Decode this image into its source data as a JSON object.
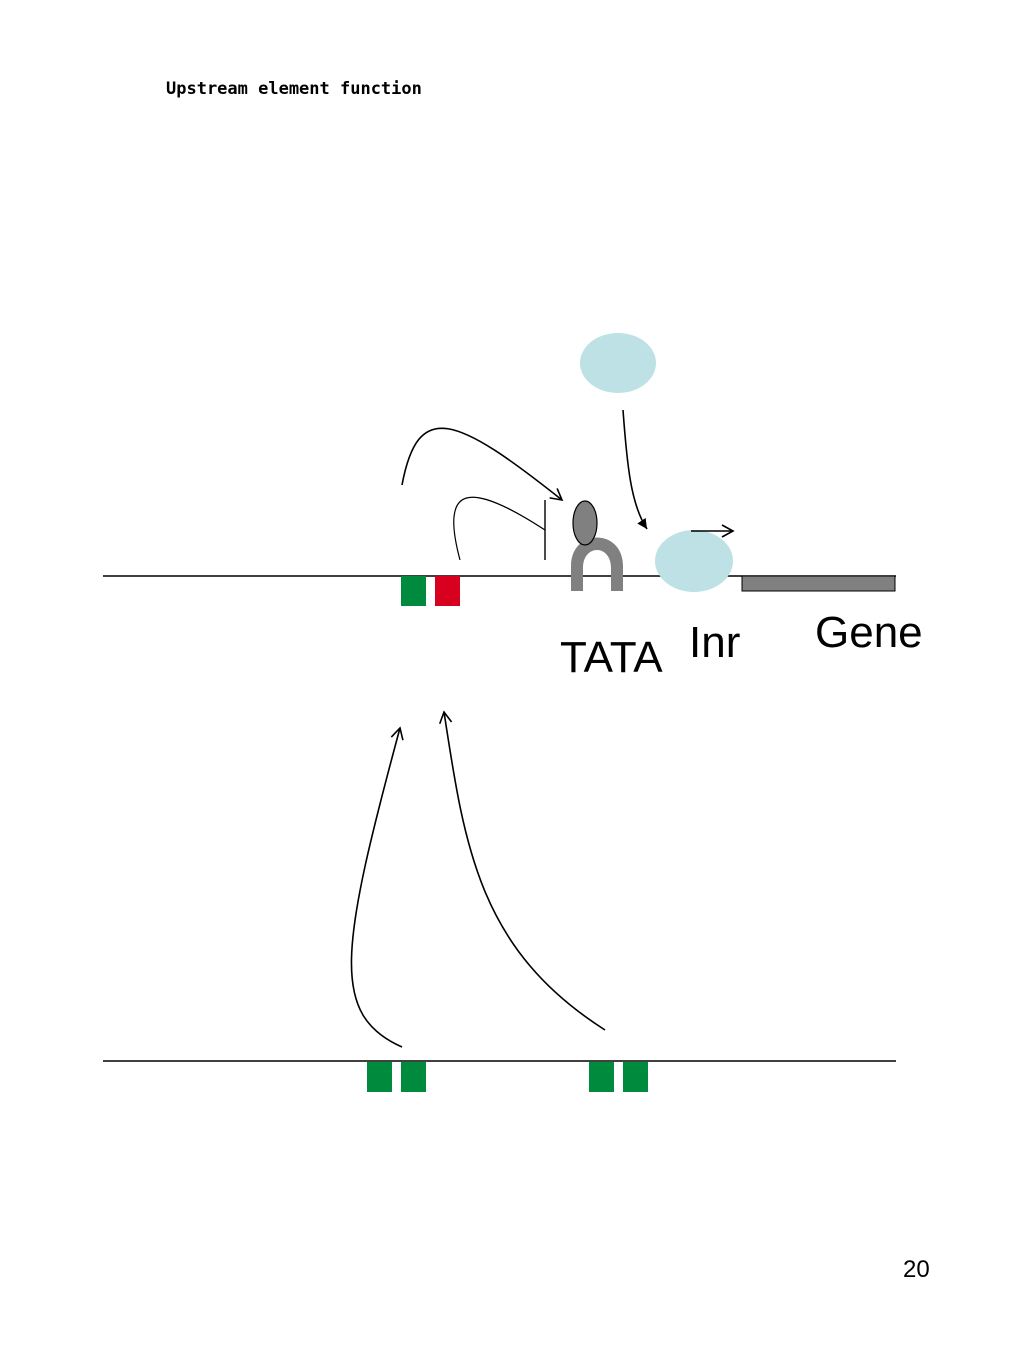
{
  "slide": {
    "title": "Upstream element function",
    "page_number": "20"
  },
  "labels": {
    "tata": "TATA",
    "inr": "Inr",
    "gene": "Gene"
  },
  "colors": {
    "activator_element": "#008a3e",
    "repressor_element": "#d7001e",
    "tbp": "#808080",
    "factor": "#bde1e4",
    "gene_bar": "#808080",
    "line": "#000000"
  }
}
